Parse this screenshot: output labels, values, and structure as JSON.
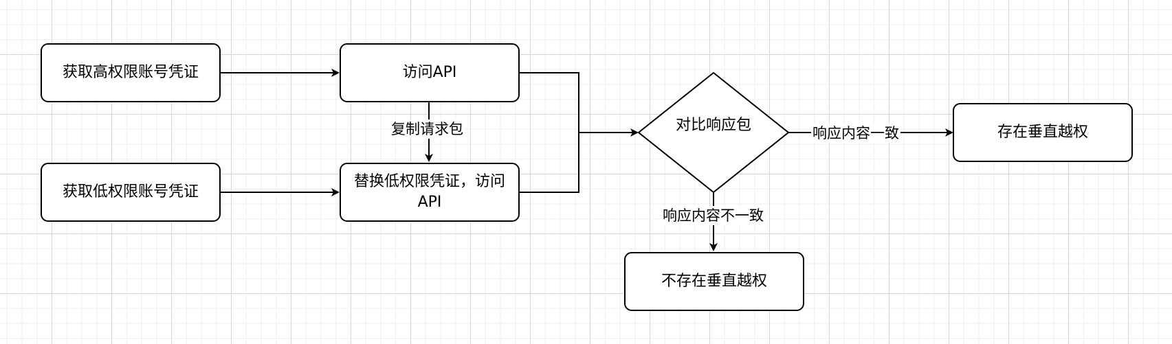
{
  "nodes": {
    "get_high": "获取高权限账号凭证",
    "access_api": "访问API",
    "get_low": "获取低权限账号凭证",
    "replace_access": "替换低权限凭证，访问API",
    "compare": "对比响应包",
    "vuln_exists": "存在垂直越权",
    "no_vuln": "不存在垂直越权"
  },
  "edges": {
    "copy_request": "复制请求包",
    "consistent": "响应内容一致",
    "inconsistent": "响应内容不一致"
  },
  "colors": {
    "stroke": "#000000",
    "fill": "#ffffff",
    "grid_major": "#d6d6d6",
    "grid_minor": "#efefef"
  }
}
